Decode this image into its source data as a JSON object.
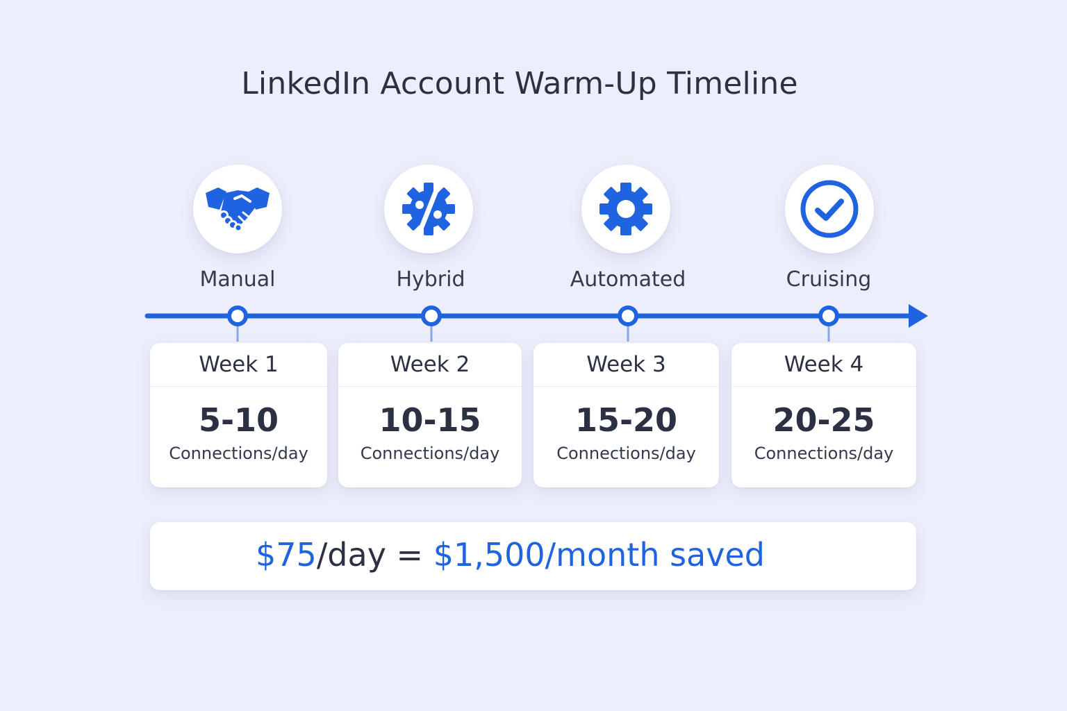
{
  "title": "LinkedIn Account Warm-Up Timeline",
  "colors": {
    "accent": "#1f63e0",
    "background": "#eceefb",
    "text": "#2b3142",
    "card": "#ffffff"
  },
  "stages": [
    {
      "label": "Manual",
      "icon": "handshake-icon",
      "week": "Week 1",
      "range": "5-10",
      "unit": "Connections/day"
    },
    {
      "label": "Hybrid",
      "icon": "gear-percent-icon",
      "week": "Week 2",
      "range": "10-15",
      "unit": "Connections/day"
    },
    {
      "label": "Automated",
      "icon": "gear-icon",
      "week": "Week 3",
      "range": "15-20",
      "unit": "Connections/day"
    },
    {
      "label": "Cruising",
      "icon": "check-circle-icon",
      "week": "Week 4",
      "range": "20-25",
      "unit": "Connections/day"
    }
  ],
  "savings": {
    "daily_amount": "$75",
    "daily_suffix": "/day = ",
    "monthly": "$1,500/month saved"
  }
}
